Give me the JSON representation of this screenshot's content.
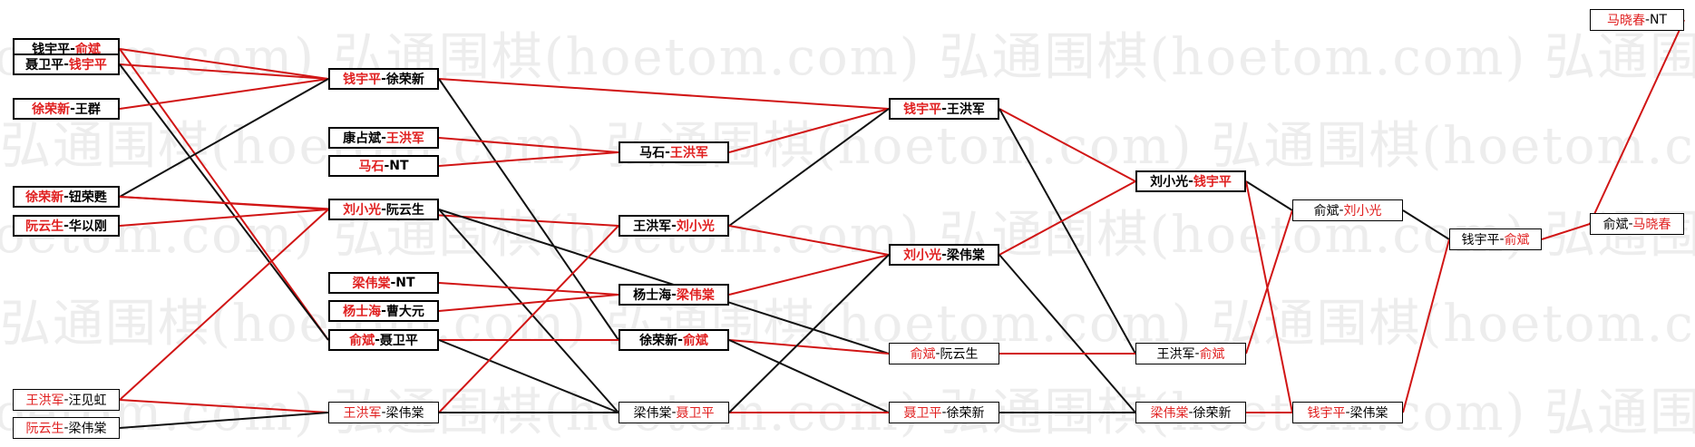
{
  "watermark": "弘通围棋(hoetom.com)",
  "colors": {
    "winner": "#e02020",
    "line_win": "#d11515",
    "line_loss": "#111111",
    "text": "#000000"
  },
  "matches": [
    {
      "id": "r1a",
      "a": "钱宇平",
      "b": "俞斌",
      "win": "b",
      "bold": true
    },
    {
      "id": "r1b",
      "a": "聂卫平",
      "b": "钱宇平",
      "win": "b",
      "bold": true
    },
    {
      "id": "r1c",
      "a": "徐荣新",
      "b": "王群",
      "win": "a",
      "bold": true
    },
    {
      "id": "r1d",
      "a": "徐荣新",
      "b": "钮荣甦",
      "win": "a",
      "bold": true
    },
    {
      "id": "r1e",
      "a": "阮云生",
      "b": "华以刚",
      "win": "a",
      "bold": true
    },
    {
      "id": "r1f",
      "a": "王洪军",
      "b": "汪见虹",
      "win": "a",
      "bold": false
    },
    {
      "id": "r1g",
      "a": "阮云生",
      "b": "梁伟棠",
      "win": "a",
      "bold": false
    },
    {
      "id": "r2a",
      "a": "钱宇平",
      "b": "徐荣新",
      "win": "a",
      "bold": true
    },
    {
      "id": "r2b",
      "a": "康占斌",
      "b": "王洪军",
      "win": "b",
      "bold": true
    },
    {
      "id": "r2c",
      "a": "马石",
      "b": "NT",
      "win": "a",
      "bold": true
    },
    {
      "id": "r2d",
      "a": "刘小光",
      "b": "阮云生",
      "win": "a",
      "bold": true
    },
    {
      "id": "r2e",
      "a": "梁伟棠",
      "b": "NT",
      "win": "a",
      "bold": true
    },
    {
      "id": "r2f",
      "a": "杨士海",
      "b": "曹大元",
      "win": "a",
      "bold": true
    },
    {
      "id": "r2g",
      "a": "俞斌",
      "b": "聂卫平",
      "win": "a",
      "bold": true
    },
    {
      "id": "r2h",
      "a": "王洪军",
      "b": "梁伟棠",
      "win": "a",
      "bold": false
    },
    {
      "id": "r3a",
      "a": "马石",
      "b": "王洪军",
      "win": "b",
      "bold": true
    },
    {
      "id": "r3b",
      "a": "王洪军",
      "b": "刘小光",
      "win": "b",
      "bold": true
    },
    {
      "id": "r3c",
      "a": "杨士海",
      "b": "梁伟棠",
      "win": "b",
      "bold": true
    },
    {
      "id": "r3d",
      "a": "徐荣新",
      "b": "俞斌",
      "win": "b",
      "bold": true
    },
    {
      "id": "r3e",
      "a": "梁伟棠",
      "b": "聂卫平",
      "win": "b",
      "bold": false
    },
    {
      "id": "r4a",
      "a": "钱宇平",
      "b": "王洪军",
      "win": "a",
      "bold": true
    },
    {
      "id": "r4b",
      "a": "刘小光",
      "b": "梁伟棠",
      "win": "a",
      "bold": true
    },
    {
      "id": "r4c",
      "a": "俞斌",
      "b": "阮云生",
      "win": "a",
      "bold": false
    },
    {
      "id": "r4d",
      "a": "聂卫平",
      "b": "徐荣新",
      "win": "a",
      "bold": false
    },
    {
      "id": "r5a",
      "a": "刘小光",
      "b": "钱宇平",
      "win": "b",
      "bold": true
    },
    {
      "id": "r5b",
      "a": "王洪军",
      "b": "俞斌",
      "win": "b",
      "bold": false
    },
    {
      "id": "r5c",
      "a": "梁伟棠",
      "b": "徐荣新",
      "win": "a",
      "bold": false
    },
    {
      "id": "r6a",
      "a": "俞斌",
      "b": "刘小光",
      "win": "b",
      "bold": false
    },
    {
      "id": "r6b",
      "a": "钱宇平",
      "b": "梁伟棠",
      "win": "a",
      "bold": false
    },
    {
      "id": "r7a",
      "a": "钱宇平",
      "b": "俞斌",
      "win": "b",
      "bold": false
    },
    {
      "id": "r8a",
      "a": "马晓春",
      "b": "NT",
      "win": "a",
      "bold": false
    },
    {
      "id": "r8b",
      "a": "俞斌",
      "b": "马晓春",
      "win": "b",
      "bold": false
    }
  ],
  "links": [
    {
      "from": "r1a",
      "to": "r2g",
      "type": "win"
    },
    {
      "from": "r1a",
      "to": "r2a",
      "type": "win"
    },
    {
      "from": "r1b",
      "to": "r2a",
      "type": "win"
    },
    {
      "from": "r1b",
      "to": "r2g",
      "type": "loss"
    },
    {
      "from": "r1c",
      "to": "r2a",
      "type": "win"
    },
    {
      "from": "r1d",
      "to": "r2a",
      "type": "loss"
    },
    {
      "from": "r1d",
      "to": "r2d",
      "type": "win"
    },
    {
      "from": "r1d",
      "to": "r3b",
      "type": "win"
    },
    {
      "from": "r1e",
      "to": "r2d",
      "type": "win"
    },
    {
      "from": "r1f",
      "to": "r2h",
      "type": "win"
    },
    {
      "from": "r1f",
      "to": "r2d",
      "type": "win"
    },
    {
      "from": "r1g",
      "to": "r2h",
      "type": "loss"
    },
    {
      "from": "r2a",
      "to": "r4a",
      "type": "win"
    },
    {
      "from": "r2a",
      "to": "r3d",
      "type": "loss"
    },
    {
      "from": "r2b",
      "to": "r3a",
      "type": "win"
    },
    {
      "from": "r2c",
      "to": "r3a",
      "type": "win"
    },
    {
      "from": "r2d",
      "to": "r3e",
      "type": "loss"
    },
    {
      "from": "r2d",
      "to": "r4c",
      "type": "loss"
    },
    {
      "from": "r2e",
      "to": "r3c",
      "type": "win"
    },
    {
      "from": "r2f",
      "to": "r3c",
      "type": "win"
    },
    {
      "from": "r2g",
      "to": "r3d",
      "type": "win"
    },
    {
      "from": "r2g",
      "to": "r3e",
      "type": "loss"
    },
    {
      "from": "r2h",
      "to": "r3b",
      "type": "win"
    },
    {
      "from": "r2h",
      "to": "r4d",
      "type": "loss"
    },
    {
      "from": "r3a",
      "to": "r4a",
      "type": "win"
    },
    {
      "from": "r3b",
      "to": "r4a",
      "type": "loss"
    },
    {
      "from": "r3b",
      "to": "r4b",
      "type": "win"
    },
    {
      "from": "r3c",
      "to": "r4b",
      "type": "win"
    },
    {
      "from": "r3d",
      "to": "r4c",
      "type": "win"
    },
    {
      "from": "r3d",
      "to": "r4d",
      "type": "loss"
    },
    {
      "from": "r3e",
      "to": "r4d",
      "type": "win"
    },
    {
      "from": "r3e",
      "to": "r4b",
      "type": "loss"
    },
    {
      "from": "r4a",
      "to": "r5a",
      "type": "win"
    },
    {
      "from": "r4a",
      "to": "r5b",
      "type": "loss"
    },
    {
      "from": "r4b",
      "to": "r5a",
      "type": "win"
    },
    {
      "from": "r4b",
      "to": "r5c",
      "type": "loss"
    },
    {
      "from": "r4c",
      "to": "r5b",
      "type": "win"
    },
    {
      "from": "r4d",
      "to": "r5c",
      "type": "loss"
    },
    {
      "from": "r5a",
      "to": "r6a",
      "type": "loss"
    },
    {
      "from": "r5a",
      "to": "r6b",
      "type": "win"
    },
    {
      "from": "r5b",
      "to": "r6a",
      "type": "win"
    },
    {
      "from": "r5c",
      "to": "r6b",
      "type": "win"
    },
    {
      "from": "r6a",
      "to": "r7a",
      "type": "loss"
    },
    {
      "from": "r6b",
      "to": "r7a",
      "type": "win"
    },
    {
      "from": "r7a",
      "to": "r8b",
      "type": "win"
    },
    {
      "from": "r8a",
      "to": "r8b",
      "type": "win"
    }
  ]
}
